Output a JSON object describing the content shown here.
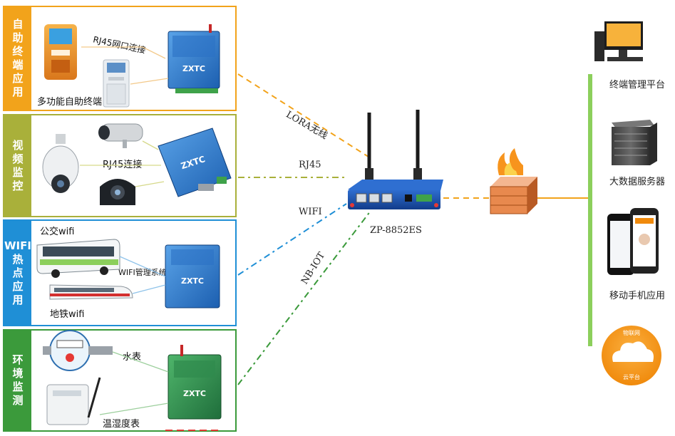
{
  "panels": [
    {
      "title_chars": [
        "自",
        "助",
        "终",
        "端",
        "应",
        "用"
      ],
      "color": "#f2a31b",
      "labels": {
        "link": "RJ45网口连接",
        "device": "多功能自助终端"
      }
    },
    {
      "title_chars": [
        "视",
        "频",
        "监",
        "控"
      ],
      "color": "#a9b03a",
      "labels": {
        "link": "RJ45连接"
      }
    },
    {
      "title_chars": [
        "WIFI",
        "热",
        "点",
        "应",
        "用"
      ],
      "color": "#1f8fd6",
      "labels": {
        "bus": "公交wifi",
        "system": "WIFI管理系统",
        "metro": "地铁wifi"
      }
    },
    {
      "title_chars": [
        "环",
        "境",
        "监",
        "测"
      ],
      "color": "#3b9a3b",
      "labels": {
        "water": "水表",
        "humidity": "温湿度表"
      }
    }
  ],
  "device_brand": "ZXTC",
  "links": {
    "lora": "LORA无线",
    "rj45": "RJ45",
    "wifi": "WIFI",
    "nbiot": "NB-IOT"
  },
  "router_model": "ZP-8852ES",
  "right": {
    "platform": "终端管理平台",
    "bigdata": "大数据服务器",
    "mobile": "移动手机应用",
    "cloud_top": "物联网",
    "cloud_bottom": "云平台"
  },
  "colors": {
    "orange": "#f2a31b",
    "olive": "#a9b03a",
    "blue": "#1f8fd6",
    "green": "#3b9a3b",
    "bus_green": "#8ccf5c"
  }
}
